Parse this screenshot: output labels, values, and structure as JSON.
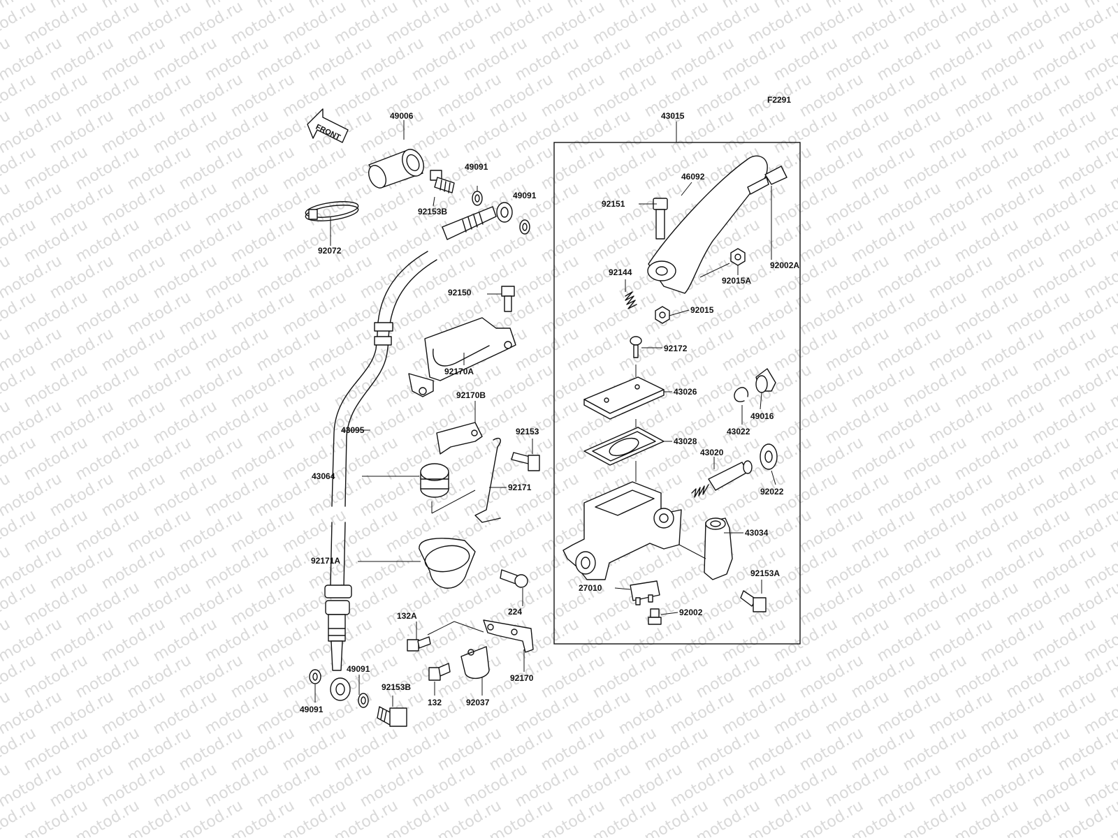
{
  "diagram": {
    "code": "F2291",
    "watermark": "motod.ru",
    "front_label": "FRONT",
    "assembly_label": "43015",
    "parts": [
      {
        "id": "49006"
      },
      {
        "id": "49091"
      },
      {
        "id": "49091"
      },
      {
        "id": "92153B"
      },
      {
        "id": "92072"
      },
      {
        "id": "92150"
      },
      {
        "id": "92170A"
      },
      {
        "id": "92170B"
      },
      {
        "id": "92153"
      },
      {
        "id": "43095"
      },
      {
        "id": "43064"
      },
      {
        "id": "92171"
      },
      {
        "id": "92171A"
      },
      {
        "id": "224"
      },
      {
        "id": "132A"
      },
      {
        "id": "132"
      },
      {
        "id": "92037"
      },
      {
        "id": "92170"
      },
      {
        "id": "49091"
      },
      {
        "id": "49091"
      },
      {
        "id": "92153B"
      },
      {
        "id": "92151"
      },
      {
        "id": "46092"
      },
      {
        "id": "92002A"
      },
      {
        "id": "92144"
      },
      {
        "id": "92015A"
      },
      {
        "id": "92015"
      },
      {
        "id": "92172"
      },
      {
        "id": "43026"
      },
      {
        "id": "43022"
      },
      {
        "id": "49016"
      },
      {
        "id": "43028"
      },
      {
        "id": "43020"
      },
      {
        "id": "92022"
      },
      {
        "id": "43034"
      },
      {
        "id": "92153A"
      },
      {
        "id": "27010"
      },
      {
        "id": "92002"
      }
    ]
  }
}
